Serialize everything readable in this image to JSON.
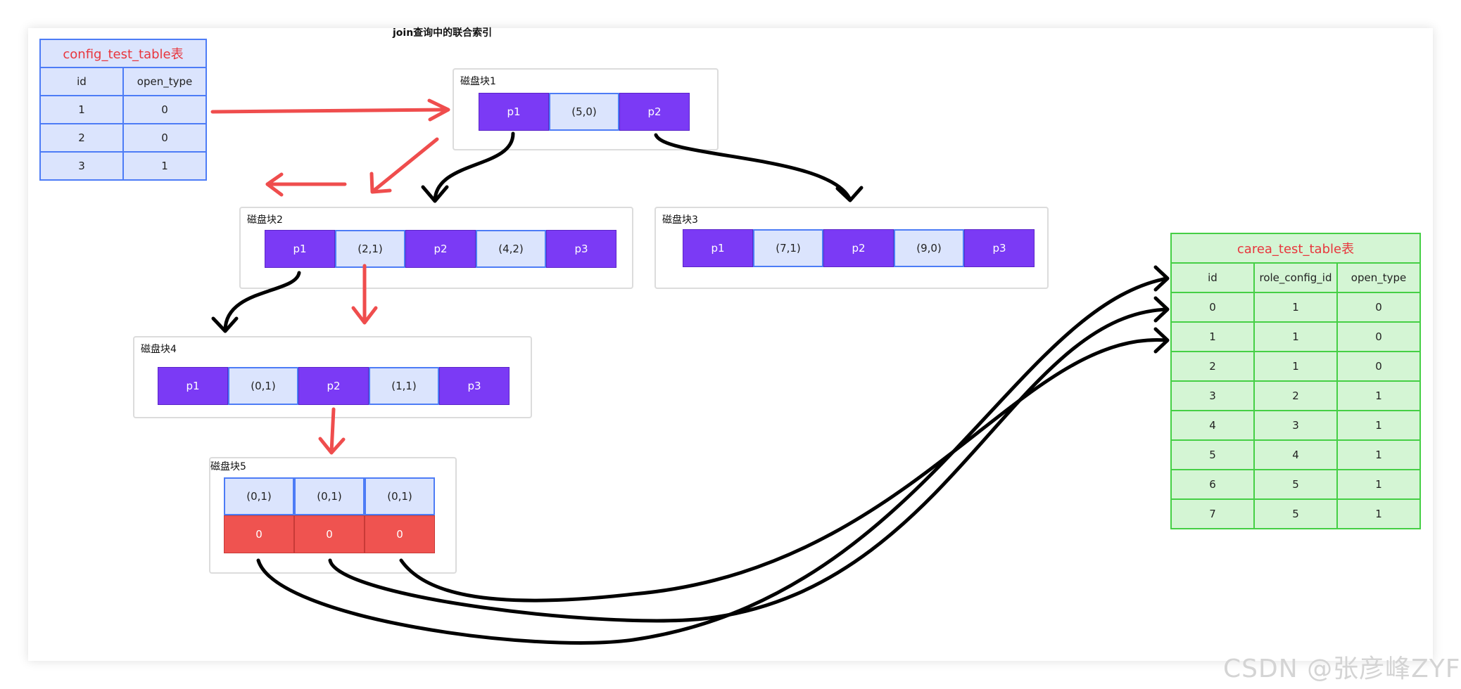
{
  "title": "join查询中的联合索引",
  "config_table": {
    "caption": "config_test_table表",
    "headers": [
      "id",
      "open_type"
    ],
    "rows": [
      [
        "1",
        "0"
      ],
      [
        "2",
        "0"
      ],
      [
        "3",
        "1"
      ]
    ]
  },
  "carea_table": {
    "caption": "carea_test_table表",
    "headers": [
      "id",
      "role_config_id",
      "open_type"
    ],
    "rows": [
      [
        "0",
        "1",
        "0"
      ],
      [
        "1",
        "1",
        "0"
      ],
      [
        "2",
        "1",
        "0"
      ],
      [
        "3",
        "2",
        "1"
      ],
      [
        "4",
        "3",
        "1"
      ],
      [
        "5",
        "4",
        "1"
      ],
      [
        "6",
        "5",
        "1"
      ],
      [
        "7",
        "5",
        "1"
      ]
    ]
  },
  "disks": {
    "d1": {
      "label": "磁盘块1",
      "cells": [
        "p1",
        "(5,0)",
        "p2"
      ]
    },
    "d2": {
      "label": "磁盘块2",
      "cells": [
        "p1",
        "(2,1)",
        "p2",
        "(4,2)",
        "p3"
      ]
    },
    "d3": {
      "label": "磁盘块3",
      "cells": [
        "p1",
        "(7,1)",
        "p2",
        "(9,0)",
        "p3"
      ]
    },
    "d4": {
      "label": "磁盘块4",
      "cells": [
        "p1",
        "(0,1)",
        "p2",
        "(1,1)",
        "p3"
      ]
    },
    "d5": {
      "label": "磁盘块5",
      "keys": [
        "(0,1)",
        "(0,1)",
        "(0,1)"
      ],
      "values": [
        "0",
        "0",
        "0"
      ]
    }
  },
  "colors": {
    "pointer": "#7b3af5",
    "key": "#dbe4fd",
    "value": "#ef5350",
    "red_arrow": "#ef4d4d",
    "black_arrow": "#000000",
    "green_table": "#d4f5d4"
  },
  "watermark": "CSDN @张彦峰ZYF"
}
